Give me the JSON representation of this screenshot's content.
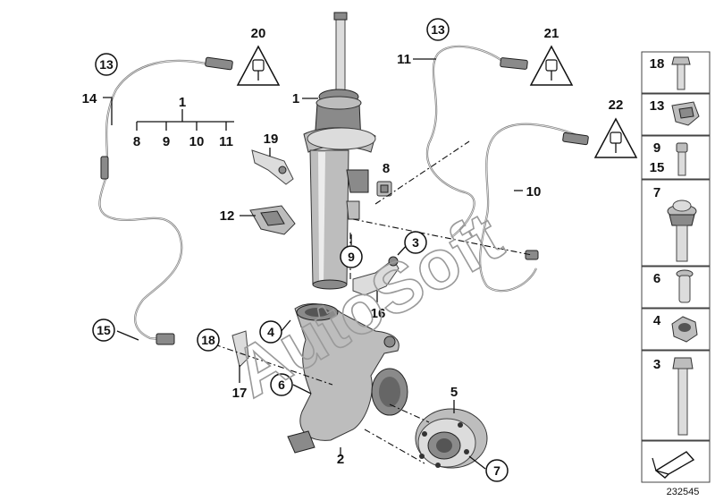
{
  "diagram": {
    "reference_number": "232545",
    "watermark": "AutoSoft",
    "labels": {
      "p1_strut": "1",
      "p1_group": "1",
      "p2": "2",
      "p3_bracket": "3",
      "p4": "4",
      "p5": "5",
      "p6": "6",
      "p7": "7",
      "p8_top": "8",
      "p8_group": "8",
      "p9_group": "9",
      "p9_circle": "9",
      "p10_group": "10",
      "p10_right": "10",
      "p11_group": "11",
      "p11": "11",
      "p12": "12",
      "p13_left": "13",
      "p13_right": "13",
      "p14": "14",
      "p15": "15",
      "p16": "16",
      "p17": "17",
      "p18": "18",
      "p19": "19",
      "p20": "20",
      "p21": "21",
      "p22": "22"
    },
    "sidebar": [
      {
        "label": "18",
        "part": "hex bolt"
      },
      {
        "label": "13",
        "part": "clip"
      },
      {
        "label": "9",
        "label2": "15",
        "part": "socket screw"
      },
      {
        "label": "7",
        "part": "collar bolt"
      },
      {
        "label": "6",
        "part": "torx screw"
      },
      {
        "label": "4",
        "part": "hex nut"
      },
      {
        "label": "3",
        "part": "long hex bolt"
      }
    ]
  }
}
